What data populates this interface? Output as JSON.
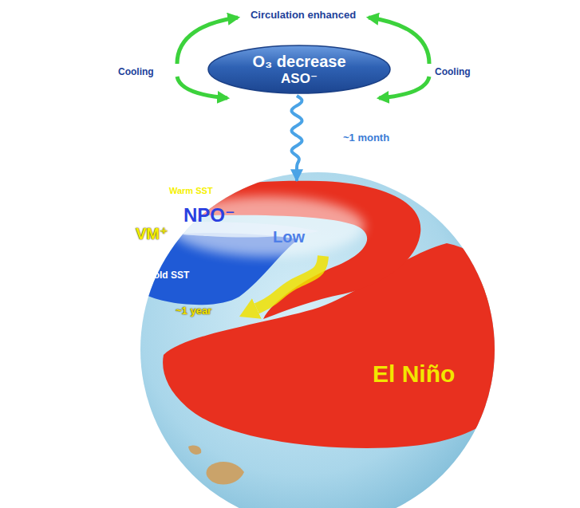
{
  "diagram": {
    "nodes": [
      {
        "text": [
          "O₃ decrease",
          "ASO⁻"
        ]
      },
      {
        "text": [
          "Warm SST"
        ]
      },
      {
        "text": [
          "NPO⁻",
          "Low"
        ]
      },
      {
        "text": [
          "Cold SST"
        ]
      },
      {
        "text": [
          "El Niño"
        ]
      }
    ],
    "edges": [
      {
        "from": 0,
        "to": 1,
        "label": "~1 month",
        "arrow": "to"
      },
      {
        "from": 2,
        "to": 4,
        "label": "~1 year",
        "arrow": "to"
      }
    ],
    "labels": [
      "Circulation enhanced",
      "Cooling",
      "Cooling",
      "VM⁺"
    ]
  }
}
